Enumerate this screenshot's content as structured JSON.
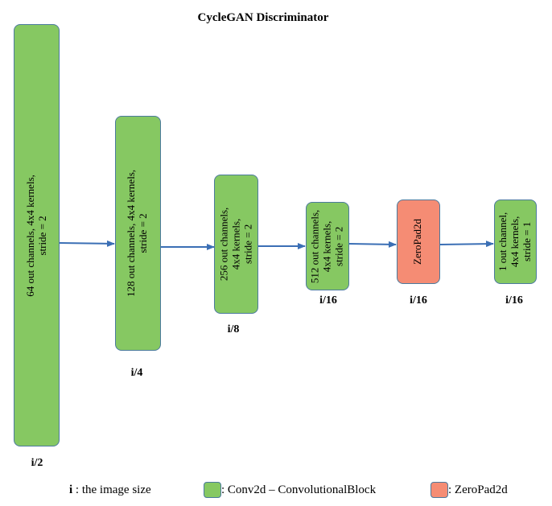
{
  "title": "CycleGAN Discriminator",
  "blocks": [
    {
      "kind": "conv",
      "label": "64 out channels, 4x4 kernels,\nstride = 2",
      "size": "i/2"
    },
    {
      "kind": "conv",
      "label": "128 out channels, 4x4 kernels,\nstride = 2",
      "size": "i/4"
    },
    {
      "kind": "conv",
      "label": "256 out channels,\n4x4 kernels,\nstride = 2",
      "size": "i/8"
    },
    {
      "kind": "conv",
      "label": "512 out channels,\n4x4 kernels,\nstride = 2",
      "size": "i/16"
    },
    {
      "kind": "pad",
      "label": "ZeroPad2d",
      "size": "i/16"
    },
    {
      "kind": "conv",
      "label": "1 out channel,\n4x4 kernels,\nstride = 1",
      "size": "i/16"
    }
  ],
  "legend": {
    "image_size_symbol": "i",
    "image_size_text": " : the image size",
    "conv_text": ": Conv2d – ConvolutionalBlock",
    "pad_text": ": ZeroPad2d"
  },
  "colors": {
    "conv": "#86c862",
    "pad": "#f58c74",
    "arrow": "#3b6fb5",
    "border": "#4b7a9e"
  }
}
